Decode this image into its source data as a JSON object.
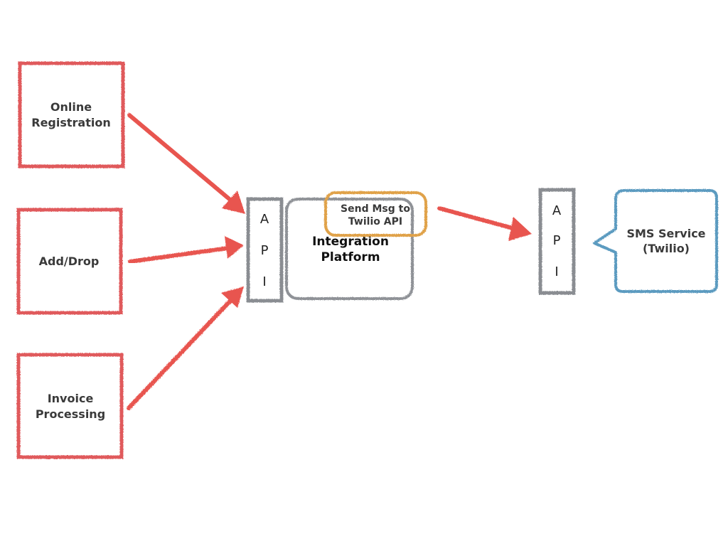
{
  "colors": {
    "source": "#e05a5c",
    "arrow": "#e85550",
    "api": "#8a8d92",
    "platform": "#8f9297",
    "action": "#e0a24a",
    "service": "#5b9bc0",
    "text": "#3a3a3a"
  },
  "sources": [
    {
      "id": "online-registration",
      "lines": [
        "Online",
        "Registration"
      ]
    },
    {
      "id": "add-drop",
      "lines": [
        "Add/Drop"
      ]
    },
    {
      "id": "invoice-processing",
      "lines": [
        "Invoice",
        "Processing"
      ]
    }
  ],
  "api_left": {
    "letters": [
      "A",
      "P",
      "I"
    ]
  },
  "platform": {
    "lines": [
      "Integration",
      "Platform"
    ]
  },
  "action": {
    "lines": [
      "Send Msg to",
      "Twilio API"
    ]
  },
  "api_right": {
    "letters": [
      "A",
      "P",
      "I"
    ]
  },
  "service": {
    "lines": [
      "SMS Service",
      "(Twilio)"
    ]
  }
}
